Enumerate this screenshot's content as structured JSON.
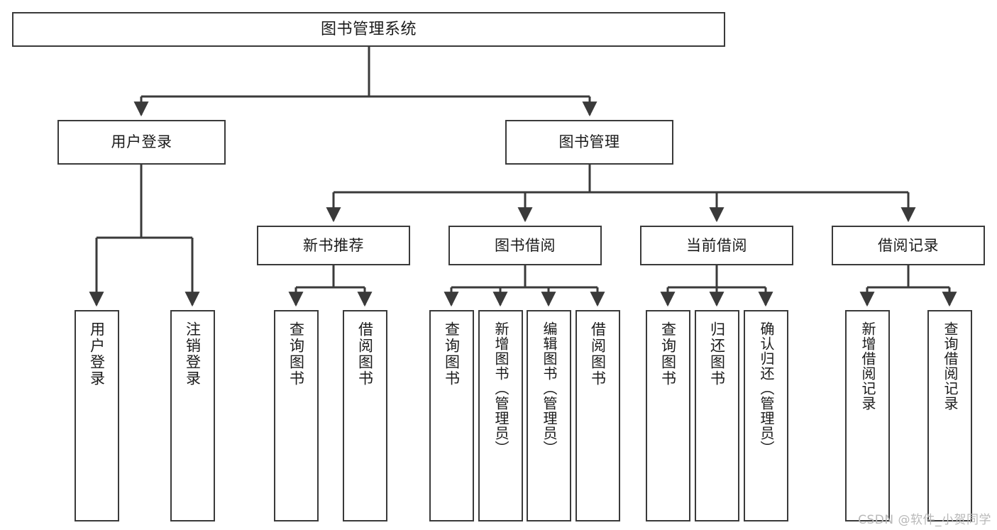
{
  "diagram": {
    "title": "图书管理系统",
    "type": "tree-hierarchy-chart",
    "watermark": "CSDN @软件_小贺同学",
    "colors": {
      "box_border": "#3a3a3a",
      "box_fill": "#ffffff",
      "edge": "#3a3a3a",
      "text": "#1b1b1b",
      "watermark": "#b8b8b8",
      "background": "#ffffff"
    },
    "nodes": {
      "root": {
        "label": "图书管理系统"
      },
      "level2": [
        {
          "id": "user-login",
          "label": "用户登录"
        },
        {
          "id": "book-management",
          "label": "图书管理"
        }
      ],
      "level3": [
        {
          "id": "new-book-recommend",
          "label": "新书推荐"
        },
        {
          "id": "book-borrow",
          "label": "图书借阅"
        },
        {
          "id": "current-borrow",
          "label": "当前借阅"
        },
        {
          "id": "borrow-record",
          "label": "借阅记录"
        }
      ],
      "leaves": {
        "user_login": [
          {
            "id": "leaf-user-login",
            "label": "用户登录"
          },
          {
            "id": "leaf-logout",
            "label": "注销登录"
          }
        ],
        "new_book_recommend": [
          {
            "id": "leaf-query-book-1",
            "label": "查询图书"
          },
          {
            "id": "leaf-borrow-book-1",
            "label": "借阅图书"
          }
        ],
        "book_borrow": [
          {
            "id": "leaf-query-book-2",
            "label": "查询图书"
          },
          {
            "id": "leaf-add-book",
            "label": "新增图书（管理员）"
          },
          {
            "id": "leaf-edit-book",
            "label": "编辑图书（管理员）"
          },
          {
            "id": "leaf-borrow-book-2",
            "label": "借阅图书"
          }
        ],
        "current_borrow": [
          {
            "id": "leaf-query-book-3",
            "label": "查询图书"
          },
          {
            "id": "leaf-return-book",
            "label": "归还图书"
          },
          {
            "id": "leaf-confirm-return",
            "label": "确认归还（管理员）"
          }
        ],
        "borrow_record": [
          {
            "id": "leaf-add-record",
            "label": "新增借阅记录"
          },
          {
            "id": "leaf-query-record",
            "label": "查询借阅记录"
          }
        ]
      }
    }
  }
}
